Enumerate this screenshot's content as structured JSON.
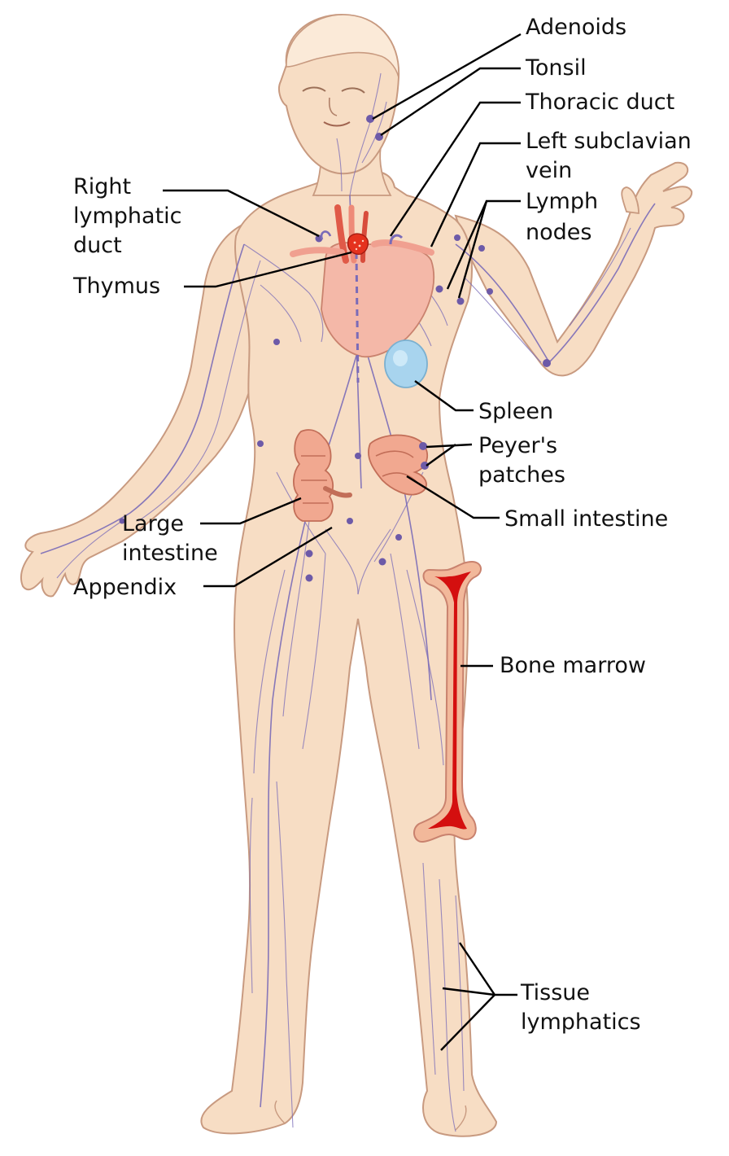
{
  "labels": {
    "adenoids": "Adenoids",
    "tonsil": "Tonsil",
    "thoracic_duct": "Thoracic duct",
    "left_subclavian_vein": [
      "Left subclavian",
      "vein"
    ],
    "lymph_nodes": [
      "Lymph",
      "nodes"
    ],
    "right_lymphatic_duct": [
      "Right",
      "lymphatic",
      "duct"
    ],
    "thymus": "Thymus",
    "spleen": "Spleen",
    "peyers_patches": [
      "Peyer's",
      "patches"
    ],
    "small_intestine": "Small intestine",
    "large_intestine": [
      "Large",
      "intestine"
    ],
    "appendix": "Appendix",
    "bone_marrow": "Bone marrow",
    "tissue_lymphatics": [
      "Tissue",
      "lymphatics"
    ]
  },
  "colors": {
    "skin": "#f7ddc4",
    "skin_outline": "#c89a80",
    "vessel": "#7a6bb8",
    "node": "#6d5aa8",
    "heart": "#f4b8a8",
    "marrow": "#d40f0f",
    "spleen": "#a8d4ee",
    "intestine": "#f1a890"
  }
}
